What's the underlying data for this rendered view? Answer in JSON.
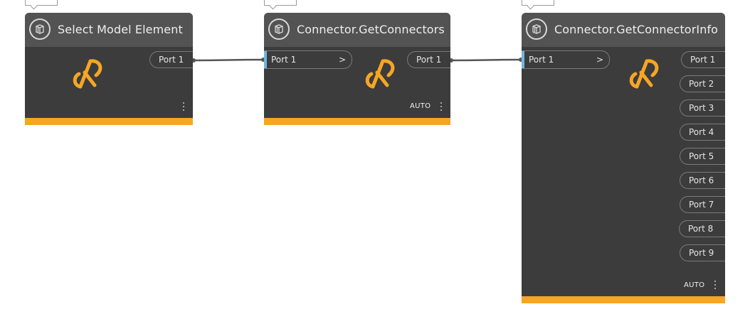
{
  "nodes": [
    {
      "title": "Select Model Element",
      "inputs": [],
      "outputs": [
        "Port 1"
      ],
      "lacing": ""
    },
    {
      "title": "Connector.GetConnectors",
      "inputs": [
        {
          "label": "Port 1",
          "chevron": ">"
        }
      ],
      "outputs": [
        "Port 1"
      ],
      "lacing": "AUTO"
    },
    {
      "title": "Connector.GetConnectorInfo",
      "inputs": [
        {
          "label": "Port 1",
          "chevron": ">"
        }
      ],
      "outputs": [
        "Port 1",
        "Port 2",
        "Port 3",
        "Port 4",
        "Port 5",
        "Port 6",
        "Port 7",
        "Port 8",
        "Port 9"
      ],
      "lacing": "AUTO"
    }
  ],
  "colors": {
    "node_body": "#3c3c3c",
    "node_header": "#535353",
    "accent": "#f5a623",
    "input_marker": "#6fb7e0",
    "wire": "#555555"
  },
  "icons": {
    "header": "package-icon",
    "center": "dynamo-node-icon"
  }
}
